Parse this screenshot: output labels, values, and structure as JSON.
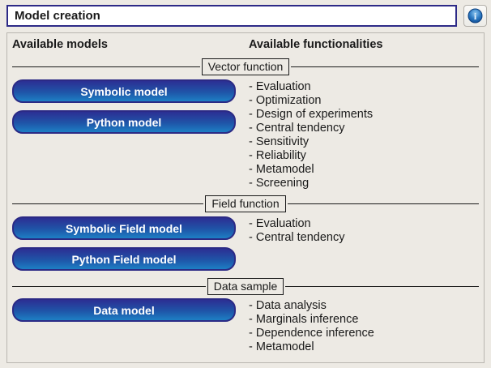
{
  "window": {
    "title": "Model creation"
  },
  "headers": {
    "models": "Available models",
    "functionalities": "Available functionalities"
  },
  "sections": [
    {
      "label": "Vector function",
      "models": [
        "Symbolic model",
        "Python model"
      ],
      "functionalities": [
        "Evaluation",
        "Optimization",
        "Design of experiments",
        "Central tendency",
        "Sensitivity",
        "Reliability",
        "Metamodel",
        "Screening"
      ]
    },
    {
      "label": "Field function",
      "models": [
        "Symbolic Field model",
        "Python Field model"
      ],
      "functionalities": [
        "Evaluation",
        "Central tendency"
      ]
    },
    {
      "label": "Data sample",
      "models": [
        "Data model"
      ],
      "functionalities": [
        "Data analysis",
        "Marginals inference",
        "Dependence inference",
        "Metamodel"
      ]
    }
  ],
  "icons": {
    "info": "info-icon"
  },
  "colors": {
    "background": "#edeae4",
    "title_border": "#2d2a87",
    "title_background": "#ffffff",
    "panel_border": "#b9b6b0",
    "button_border": "#2b2a85",
    "button_gradient_top": "#2c2f93",
    "button_gradient_bottom": "#1d7fc4",
    "button_text": "#ffffff",
    "info_icon_blue": "#1565c0",
    "text": "#1a1a1a"
  }
}
